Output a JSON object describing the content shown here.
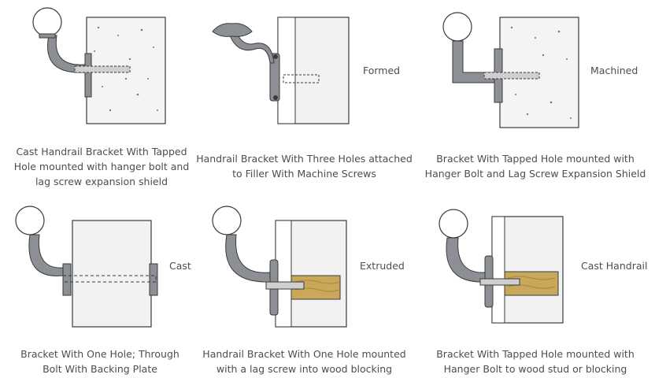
{
  "colors": {
    "metal": "#8c8f93",
    "metal_dark": "#5f6266",
    "line": "#3a3a3a",
    "concrete": "#f4f4f4",
    "wall": "#f2f2f2",
    "wood": "#c9a85c",
    "wood_grain": "#a88737"
  },
  "panels": [
    {
      "caption": "Cast Handrail Bracket With Tapped Hole mounted with hanger bolt and lag screw expansion shield",
      "label": ""
    },
    {
      "caption": "Handrail Bracket With Three Holes attached to Filler With Machine Screws",
      "label": "Formed"
    },
    {
      "caption": "Bracket With Tapped Hole mounted with Hanger Bolt and Lag Screw Expansion Shield",
      "label": "Machined"
    },
    {
      "caption": "Bracket With One Hole; Through Bolt With Backing Plate",
      "label": "Cast"
    },
    {
      "caption": "Handrail Bracket With One Hole mounted with a lag screw into wood blocking",
      "label": "Extruded"
    },
    {
      "caption": "Bracket With Tapped Hole mounted with Hanger Bolt to wood stud or blocking",
      "label": "Cast Handrail"
    }
  ]
}
